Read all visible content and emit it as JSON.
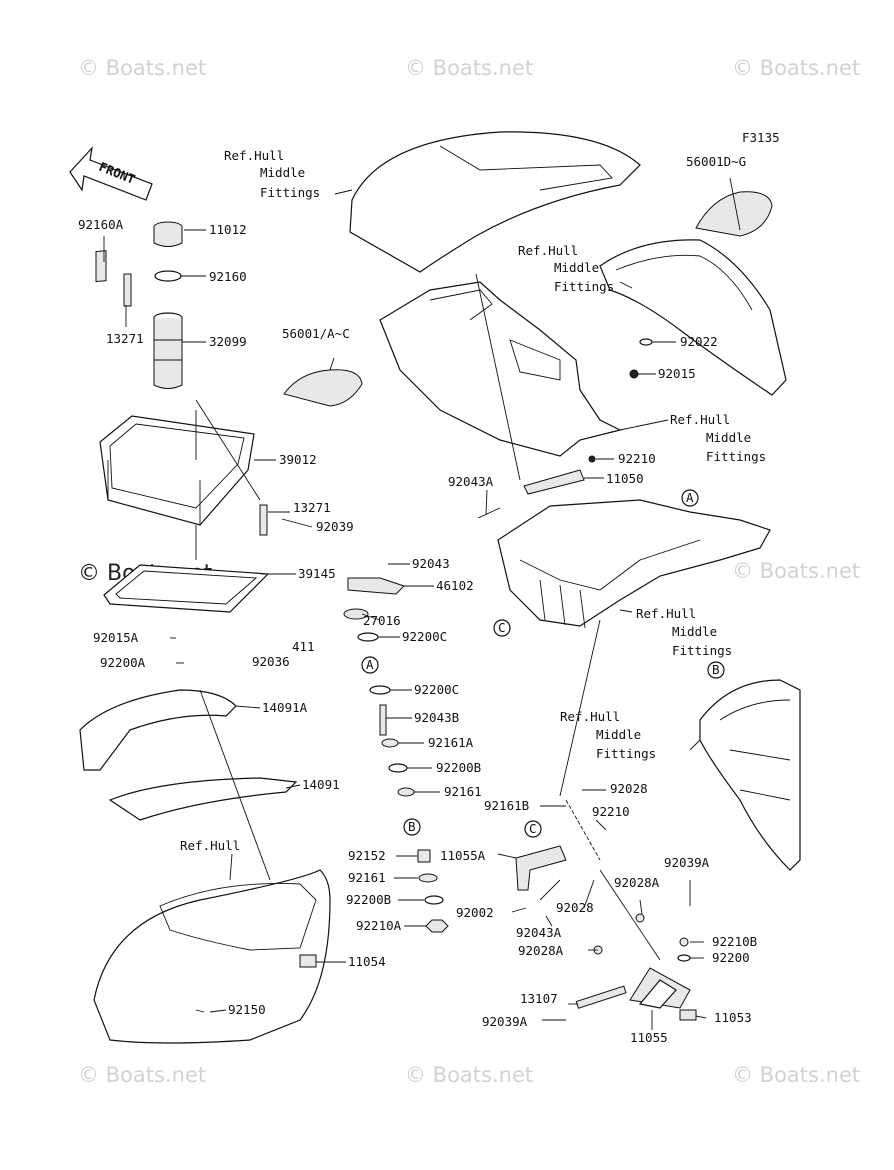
{
  "figure_code": "F3135",
  "front_label": "FRONT",
  "watermarks": {
    "light": "© Boats.net",
    "dark": "© Boats.net"
  },
  "refs": {
    "hull_middle_line1": "Ref.Hull",
    "hull_middle_line2": "Middle",
    "hull_middle_line3": "Fittings",
    "hull": "Ref.Hull"
  },
  "circle_markers": {
    "a": "A",
    "b": "B",
    "c": "C"
  },
  "parts": {
    "p92160A": "92160A",
    "p11012": "11012",
    "p92160": "92160",
    "p13271": "13271",
    "p32099": "32099",
    "p56001AC": "56001/A~C",
    "p39012": "39012",
    "p13271b": "13271",
    "p92039": "92039",
    "p39145": "39145",
    "p92043": "92043",
    "p46102": "46102",
    "p27016": "27016",
    "p92200C": "92200C",
    "p411": "411",
    "p92036": "92036",
    "p92015A": "92015A",
    "p92200A": "92200A",
    "p92200C2": "92200C",
    "p14091A": "14091A",
    "p92043B": "92043B",
    "p92161A": "92161A",
    "p92200B": "92200B",
    "p14091": "14091",
    "p92161": "92161",
    "p92152": "92152",
    "p92161b": "92161",
    "p92200B2": "92200B",
    "p92210A": "92210A",
    "p11054": "11054",
    "p92150": "92150",
    "p56001DG": "56001D~G",
    "p92022": "92022",
    "p92015": "92015",
    "p92210": "92210",
    "p11050": "11050",
    "p92043A": "92043A",
    "p92028": "92028",
    "p92161B": "92161B",
    "p92210b": "92210",
    "p11055A": "11055A",
    "p92002": "92002",
    "p92043A2": "92043A",
    "p92028b": "92028",
    "p92028A": "92028A",
    "p92039A": "92039A",
    "p92028A2": "92028A",
    "p92210B": "92210B",
    "p92200": "92200",
    "p13107": "13107",
    "p92039A2": "92039A",
    "p11053": "11053",
    "p11055": "11055"
  }
}
